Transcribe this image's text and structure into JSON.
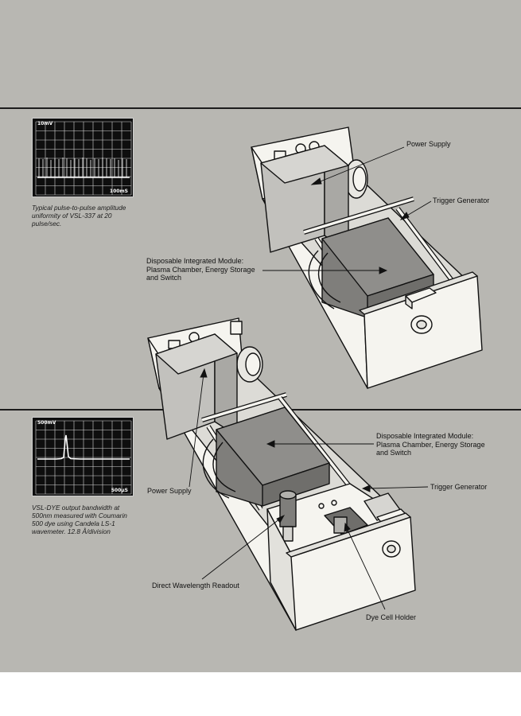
{
  "scopes": {
    "top": {
      "vertical_scale": "10mV",
      "time_scale": "100mS",
      "caption": "Typical pulse-to-pulse amplitude uniformity of VSL-337 at 20 pulse/sec."
    },
    "bottom": {
      "vertical_scale": "500mV",
      "time_scale": "500μS",
      "caption": "VSL-DYE output bandwidth at 500nm measured with Coumarin 500 dye using Candela LS-1 wavemeter. 12.8 Å/division"
    }
  },
  "upper_unit": {
    "power_supply": "Power Supply",
    "trigger_generator": "Trigger Generator",
    "module_line1": "Disposable Integrated Module:",
    "module_line2": "Plasma Chamber, Energy Storage",
    "module_line3": "and Switch"
  },
  "lower_unit": {
    "module_line1": "Disposable Integrated Module:",
    "module_line2": "Plasma Chamber, Energy Storage",
    "module_line3": "and Switch",
    "power_supply": "Power Supply",
    "trigger_generator": "Trigger Generator",
    "wavelength_readout": "Direct Wavelength Readout",
    "dye_cell_holder": "Dye Cell Holder"
  },
  "colors": {
    "page_background": "#b8b7b2",
    "rule": "#1c1c1c",
    "housing_fill": "#f5f4ef",
    "module_fill": "#8f8e8b",
    "supply_fill": "#c2c1bd",
    "scope_screen": "#0e0e0e"
  }
}
